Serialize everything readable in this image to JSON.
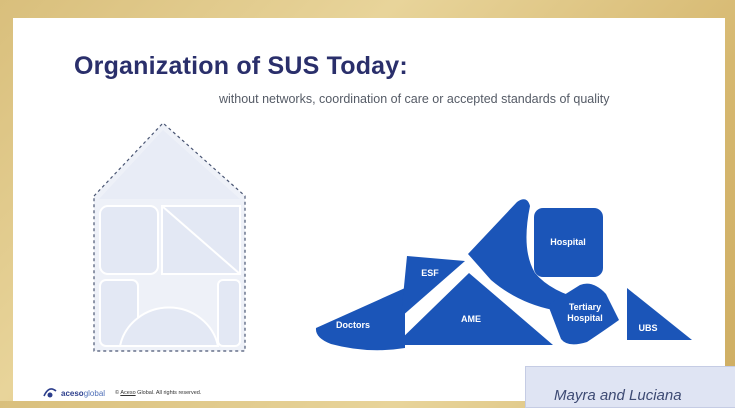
{
  "slide": {
    "title": "Organization of SUS Today:",
    "subtitle": "without networks, coordination of care or accepted standards of quality"
  },
  "shapes": [
    {
      "id": "doctors",
      "label": "Doctors"
    },
    {
      "id": "esf",
      "label": "ESF"
    },
    {
      "id": "ame",
      "label": "AME"
    },
    {
      "id": "hospital",
      "label": "Hospital"
    },
    {
      "id": "tertiary",
      "label": "Tertiary Hospital",
      "lines": [
        "Tertiary",
        "Hospital"
      ]
    },
    {
      "id": "ubs",
      "label": "UBS"
    }
  ],
  "footer": {
    "logo_bold": "aceso",
    "logo_light": "global",
    "copyright_prefix": "©",
    "copyright_org": "Aceso",
    "copyright_rest": "Global. All rights reserved."
  },
  "caption": {
    "text": "Mayra and Luciana"
  },
  "colors": {
    "title": "#2a2f6b",
    "shape_fill": "#1b55b8",
    "house_fill": "#eef1f8",
    "house_outline": "#4a5673"
  }
}
